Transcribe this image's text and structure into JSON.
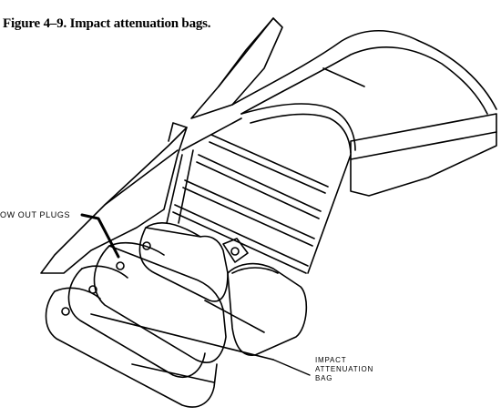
{
  "caption": "Figure 4–9. Impact attenuation bags.",
  "labels": {
    "plugs": "OW OUT PLUGS",
    "bag_line1": "IMPACT",
    "bag_line2": "ATTENUATION",
    "bag_line3": "BAG"
  },
  "colors": {
    "ink": "#000000",
    "paper": "#ffffff"
  }
}
